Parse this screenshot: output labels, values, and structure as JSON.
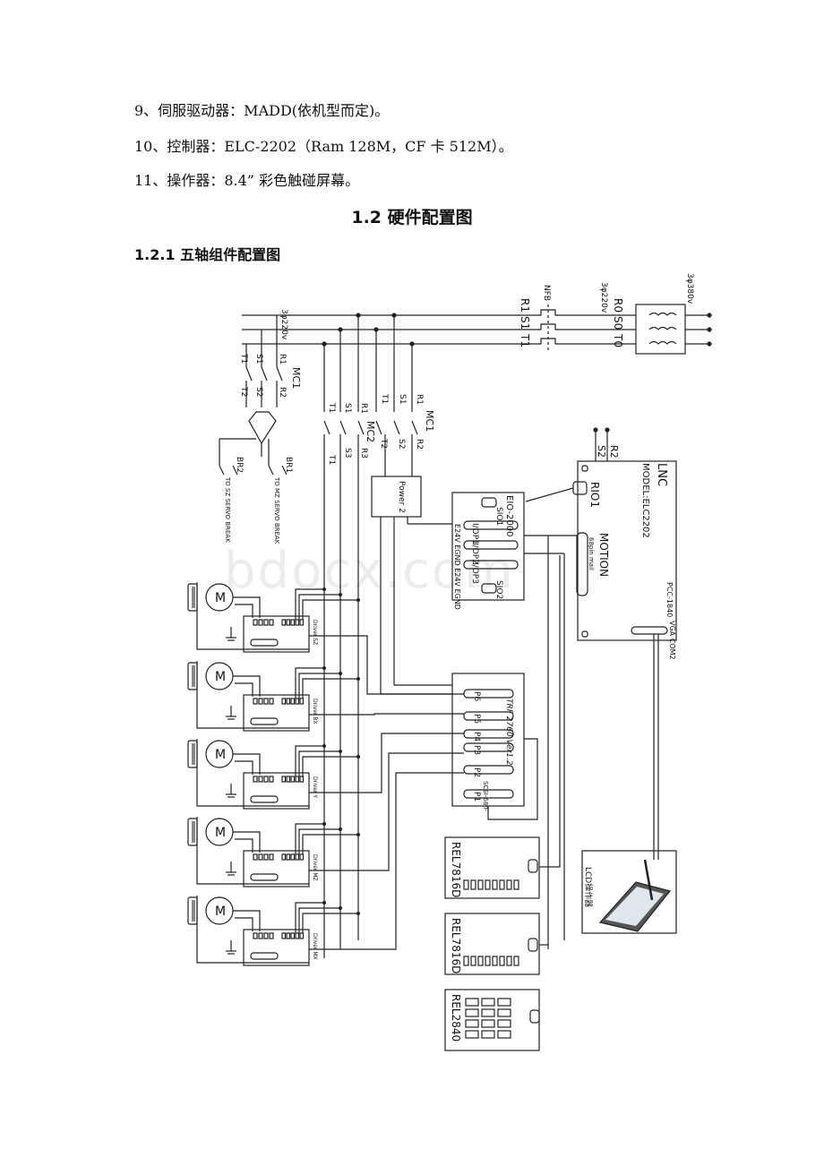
{
  "doc": {
    "lines": [
      "9、伺服驱动器：MADD(依机型而定)。",
      "10、控制器：ELC-2202（Ram 128M，CF 卡 512M）。",
      "11、操作器：8.4” 彩色触碰屏幕。"
    ],
    "section_title": "1.2 硬件配置图",
    "subsection_title": "1.2.1 五轴组件配置图"
  },
  "diagram": {
    "power_3p220": "3φ220v",
    "power_3p380": "3φ380v",
    "nfb": "NFB",
    "r1": "R1",
    "s1": "S1",
    "t1": "T1",
    "r0": "R0",
    "s0": "S0",
    "t0": "T0",
    "r2": "R2",
    "s2": "S2",
    "t2": "T2",
    "s3": "S3",
    "r3": "R3",
    "mc1": "MC1",
    "mc2": "MC2",
    "br1": "BR1",
    "br2": "BR2",
    "br1_note": "TO MZ SERVO BREAK",
    "br2_note": "TO SZ SERVO BREAK",
    "power2": "Power 2",
    "eio": "EIO-2000",
    "sio1": "SIO1",
    "sio2": "SIO2",
    "iop1": "I/OP1",
    "iop2": "I/OP2",
    "iop3": "I/OP3",
    "eio_bottom": "E24V EGND E24V EGND",
    "lnc": "LNC",
    "model": "MODEL:ELC2202",
    "rio1": "RIO1",
    "motion": "MOTION",
    "motion_sub": "68pin mail",
    "pcc": "PCC-1840",
    "vga": "VGA COM2",
    "trf": "TRF 2760 Ver1.2",
    "p_ports": [
      "P6",
      "P5",
      "P4",
      "P3",
      "P2",
      "P1"
    ],
    "scsi": "SCSI-68/F",
    "drivers": [
      "Driver SZ",
      "Driver BX",
      "Driver Y",
      "Driver MZ",
      "Driver MX"
    ],
    "motor": "M",
    "rel1": "REL7816D",
    "rel2": "REL7816D",
    "rel3": "REL2840",
    "lcd": "LCD操作器",
    "watermark": "bdocx.com"
  }
}
